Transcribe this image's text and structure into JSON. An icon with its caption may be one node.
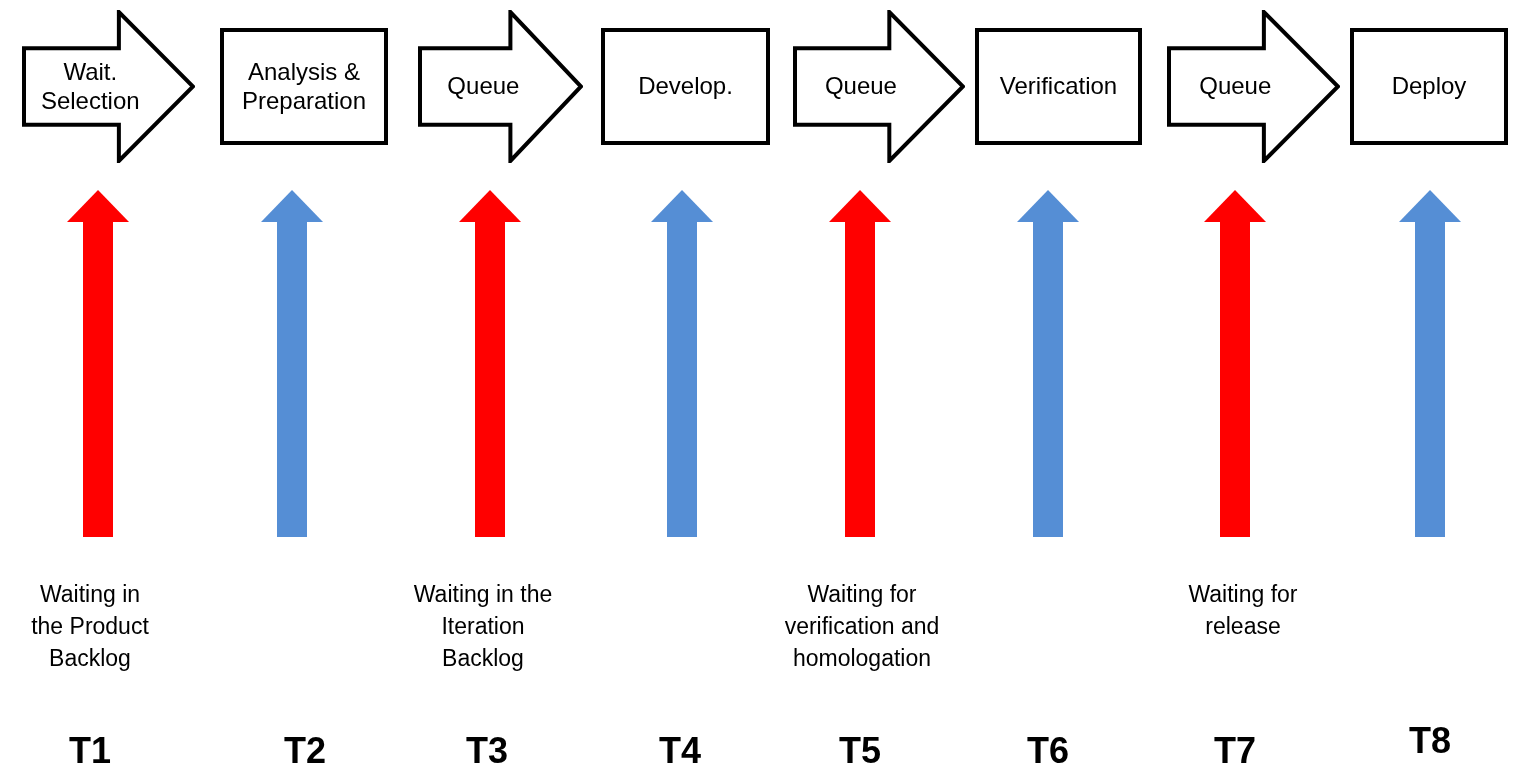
{
  "diagram": {
    "nodes": [
      {
        "text": [
          "Wait. Selection"
        ]
      },
      {
        "text": [
          "Analysis & Preparation"
        ]
      },
      {
        "text": [
          "Queue"
        ]
      },
      {
        "text": [
          "Develop."
        ]
      },
      {
        "text": [
          "Queue"
        ]
      },
      {
        "text": [
          "Verification"
        ]
      },
      {
        "text": [
          "Queue"
        ]
      },
      {
        "text": [
          "Deploy"
        ]
      }
    ],
    "edges": [
      {
        "from": null,
        "to": 0,
        "arrow": "to",
        "color": "#ff0000"
      },
      {
        "from": null,
        "to": 1,
        "arrow": "to",
        "color": "#558ed5"
      },
      {
        "from": null,
        "to": 2,
        "arrow": "to",
        "color": "#ff0000"
      },
      {
        "from": null,
        "to": 3,
        "arrow": "to",
        "color": "#558ed5"
      },
      {
        "from": null,
        "to": 4,
        "arrow": "to",
        "color": "#ff0000"
      },
      {
        "from": null,
        "to": 5,
        "arrow": "to",
        "color": "#558ed5"
      },
      {
        "from": null,
        "to": 6,
        "arrow": "to",
        "color": "#ff0000"
      },
      {
        "from": null,
        "to": 7,
        "arrow": "to",
        "color": "#558ed5"
      }
    ],
    "labels": [
      "Waiting in the Product Backlog",
      "Waiting in the Iteration Backlog",
      "Waiting for verification and homologation",
      "Waiting for release",
      "T1",
      "T2",
      "T3",
      "T4",
      "T5",
      "T6",
      "T7",
      "T8"
    ]
  }
}
